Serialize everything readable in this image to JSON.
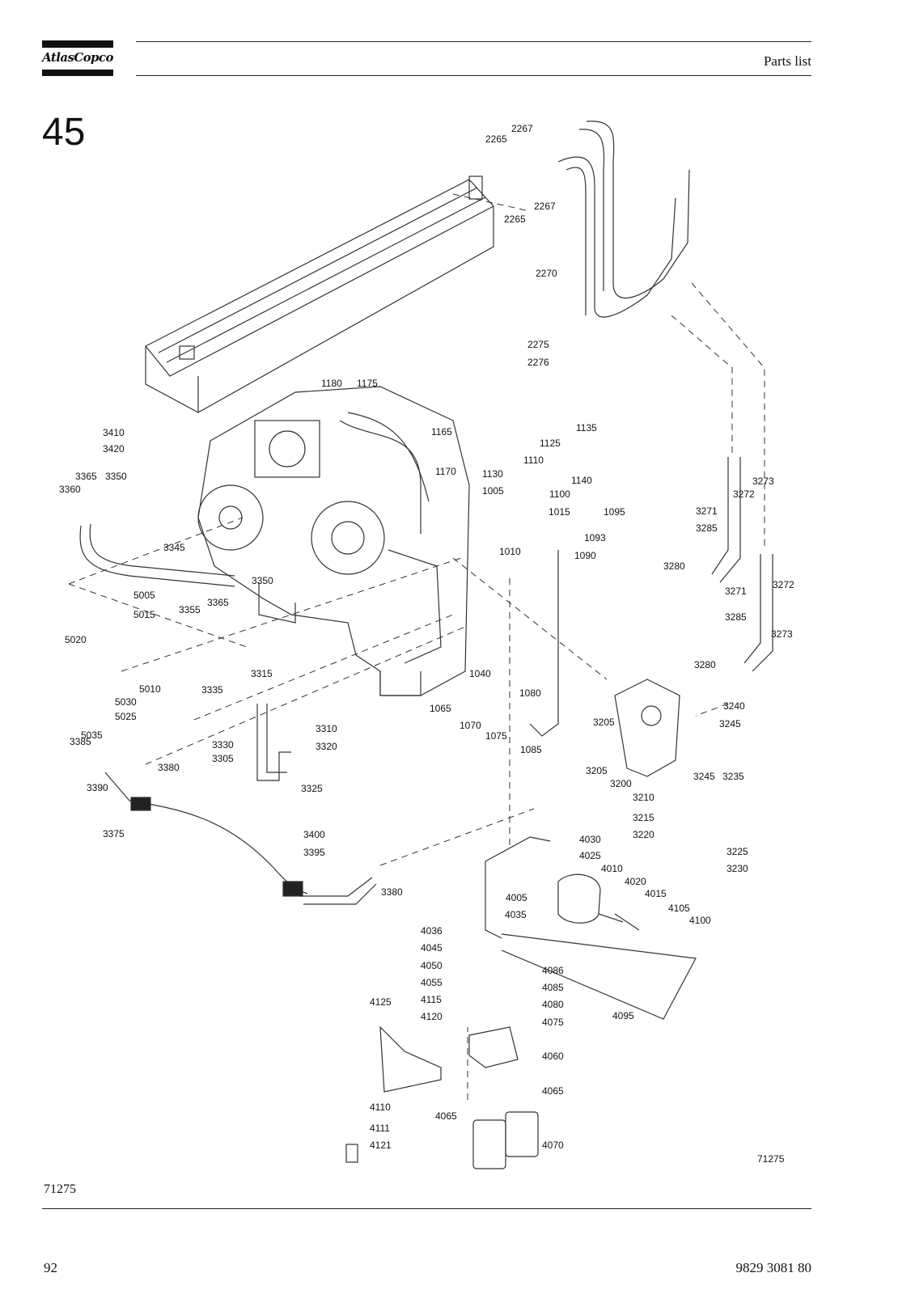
{
  "header": {
    "brand": "AtlasCopco",
    "title": "Parts list"
  },
  "section_number": "45",
  "figure": {
    "id_left": "71275",
    "id_right": "71275",
    "callouts": [
      "2267",
      "2265",
      "2267",
      "2265",
      "2270",
      "2275",
      "2276",
      "1180",
      "1175",
      "1165",
      "1135",
      "1125",
      "1110",
      "1130",
      "1100",
      "1140",
      "1170",
      "1005",
      "1015",
      "1095",
      "1093",
      "1010",
      "1090",
      "3410",
      "3420",
      "3365",
      "3350",
      "3360",
      "3345",
      "3350",
      "5005",
      "3355",
      "3365",
      "5015",
      "5020",
      "5030",
      "5010",
      "5025",
      "5035",
      "1040",
      "3315",
      "3335",
      "3330",
      "3310",
      "3320",
      "3305",
      "3325",
      "3385",
      "3380",
      "3390",
      "3375",
      "1065",
      "1070",
      "1080",
      "1075",
      "1085",
      "3273",
      "3272",
      "3271",
      "3285",
      "3280",
      "3271",
      "3272",
      "3285",
      "3273",
      "3280",
      "3240",
      "3245",
      "3205",
      "3205",
      "3235",
      "3245",
      "3200",
      "3210",
      "3215",
      "3220",
      "3225",
      "3230",
      "3400",
      "3395",
      "3380",
      "4030",
      "4025",
      "4010",
      "4020",
      "4015",
      "4105",
      "4100",
      "4005",
      "4035",
      "4036",
      "4045",
      "4050",
      "4055",
      "4115",
      "4120",
      "4125",
      "4086",
      "4085",
      "4080",
      "4075",
      "4095",
      "4060",
      "4065",
      "4110",
      "4065",
      "4111",
      "4121",
      "4070"
    ]
  },
  "footer": {
    "page_number": "92",
    "document_number": "9829 3081 80"
  }
}
